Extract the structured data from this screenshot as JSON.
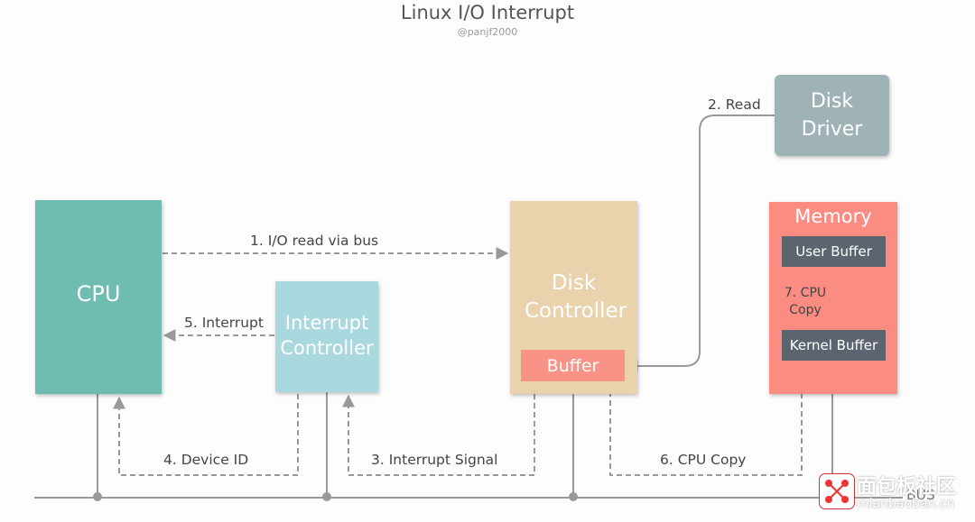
{
  "title": "Linux I/O Interrupt",
  "subtitle": "@panjf2000",
  "nodes": {
    "cpu": "CPU",
    "interrupt_controller": "Interrupt Controller",
    "disk_controller": "Disk Controller",
    "buffer": "Buffer",
    "disk_driver": "Disk Driver",
    "memory": "Memory",
    "user_buffer": "User Buffer",
    "kernel_buffer": "Kernel Buffer"
  },
  "flows": {
    "io_read": "1. I/O read via bus",
    "read": "2. Read",
    "interrupt_signal": "3. Interrupt Signal",
    "device_id": "4. Device ID",
    "interrupt": "5. Interrupt",
    "cpu_copy": "6. CPU Copy",
    "cpu_copy_7": "7. CPU Copy"
  },
  "bus_label": "BUS",
  "watermark": {
    "text": "面包板社区",
    "url": "mianbaoban.cn"
  },
  "colors": {
    "cpu": "#6fbcb0",
    "interrupt_controller": "#a9d8df",
    "disk_controller": "#ead2ad",
    "buffer": "#f99387",
    "disk_driver": "#9fb3b7",
    "memory": "#fa8c82",
    "inner_buffer": "#5c6470",
    "line": "#999999"
  }
}
